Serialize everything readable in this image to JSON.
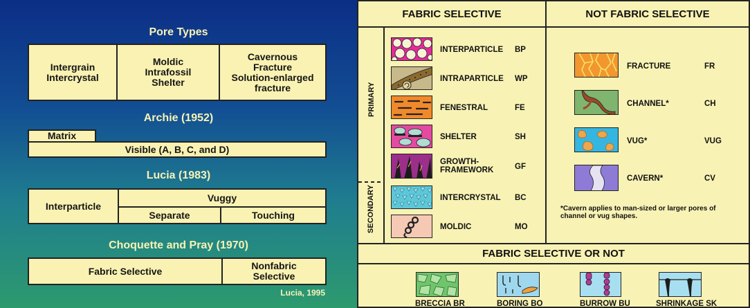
{
  "left": {
    "pore_types": {
      "title": "Pore Types",
      "col1": "Intergrain\nIntercrystal",
      "col2": "Moldic\nIntrafossil\nShelter",
      "col3": "Cavernous\nFracture\nSolution-enlarged\nfracture"
    },
    "archie": {
      "title": "Archie (1952)",
      "matrix": "Matrix",
      "visible": "Visible (A, B, C, and D)"
    },
    "lucia": {
      "title": "Lucia (1983)",
      "interparticle": "Interparticle",
      "vuggy": "Vuggy",
      "separate": "Separate",
      "touching": "Touching"
    },
    "choquette": {
      "title": "Choquette and Pray (1970)",
      "fabric_selective": "Fabric Selective",
      "nonfabric": "Nonfabric\nSelective"
    },
    "credit": "Lucia, 1995"
  },
  "right": {
    "fabric_selective_header": "FABRIC SELECTIVE",
    "not_fabric_selective_header": "NOT FABRIC SELECTIVE",
    "primary_label": "PRIMARY",
    "secondary_label": "SECONDARY",
    "fabric_items": [
      {
        "name": "INTERPARTICLE",
        "abbr": "BP"
      },
      {
        "name": "INTRAPARTICLE",
        "abbr": "WP"
      },
      {
        "name": "FENESTRAL",
        "abbr": "FE"
      },
      {
        "name": "SHELTER",
        "abbr": "SH"
      },
      {
        "name": "GROWTH-\nFRAMEWORK",
        "abbr": "GF"
      },
      {
        "name": "INTERCRYSTAL",
        "abbr": "BC"
      },
      {
        "name": "MOLDIC",
        "abbr": "MO"
      }
    ],
    "not_fabric_items": [
      {
        "name": "FRACTURE",
        "abbr": "FR"
      },
      {
        "name": "CHANNEL*",
        "abbr": "CH"
      },
      {
        "name": "VUG*",
        "abbr": "VUG"
      },
      {
        "name": "CAVERN*",
        "abbr": "CV"
      }
    ],
    "cavern_note": "*Cavern applies to man-sized or larger pores of\nchannel or vug shapes.",
    "either_header": "FABRIC SELECTIVE OR NOT",
    "either_items": [
      {
        "label": "BRECCIA BR"
      },
      {
        "label": "BORING BO"
      },
      {
        "label": "BURROW BU"
      },
      {
        "label": "SHRINKAGE SK"
      }
    ]
  },
  "colors": {
    "panel_fill": "#f9f2b2",
    "left_bg_top": "#0c2e86",
    "left_bg_bottom": "#2d9a6e",
    "heading_text": "#f7f3b6"
  }
}
